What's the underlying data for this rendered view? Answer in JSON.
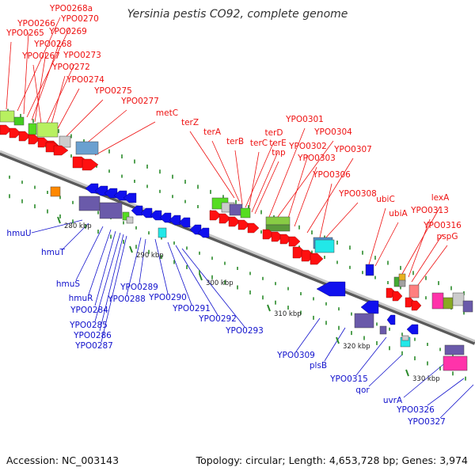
{
  "title": "Yersinia pestis CO92, complete genome",
  "footer": {
    "accession": "Accession: NC_003143",
    "summary": "Topology: circular; Length: 4,653,728 bp; Genes: 3,974"
  },
  "colors": {
    "forward_label": "#ee1111",
    "reverse_label": "#1111cc",
    "backbone": "#8c8c8c",
    "tick": "#2a8a2a",
    "scale_text": "#222222"
  },
  "scale_labels": [
    "280 kbp",
    "290 kbp",
    "300 kbp",
    "310 kbp",
    "320 kbp",
    "330 kbp"
  ],
  "forward_genes": [
    "YPO0268a",
    "YPO0266",
    "YPO0270",
    "YPO0269",
    "YPO0265",
    "YPO0268",
    "YPO0267",
    "YPO0273",
    "YPO0272",
    "YPO0274",
    "YPO0275",
    "YPO0277",
    "metC",
    "terZ",
    "terA",
    "terB",
    "terD",
    "terC",
    "terE",
    "tnp",
    "YPO0301",
    "YPO0304",
    "YPO0302",
    "YPO0303",
    "YPO0307",
    "YPO0306",
    "YPO0308",
    "ubiC",
    "ubiA",
    "lexA",
    "YPO0313",
    "YPO0316",
    "pspG"
  ],
  "reverse_genes": [
    "hmuU",
    "hmuT",
    "hmuS",
    "hmuR",
    "YPO0284",
    "YPO0285",
    "YPO0286",
    "YPO0287",
    "YPO0289",
    "YPO0288",
    "YPO0290",
    "YPO0291",
    "YPO0292",
    "YPO0293",
    "YPO0309",
    "plsB",
    "YPO0315",
    "qor",
    "uvrA",
    "YPO0326",
    "YPO0327"
  ]
}
